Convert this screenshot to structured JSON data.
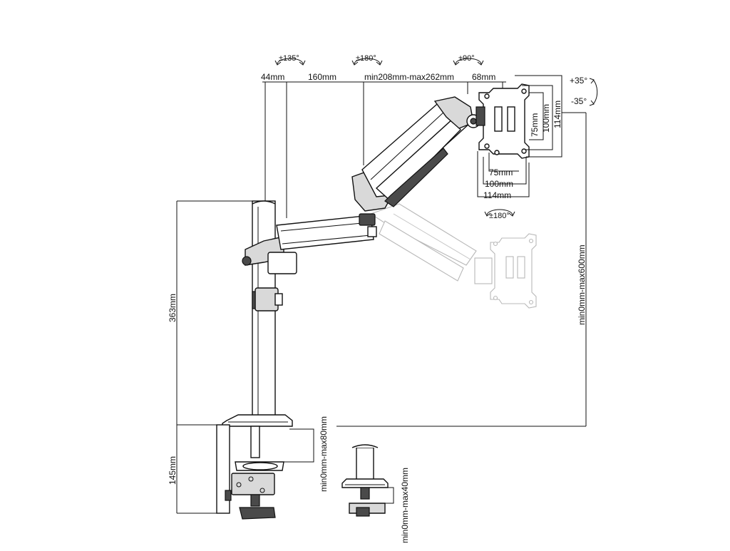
{
  "top_dimensions": {
    "d1": "44mm",
    "d2": "160mm",
    "d3": "min208mm-max262mm",
    "d4": "68mm"
  },
  "rotations": {
    "base_joint": "±135°",
    "arm_joint": "±180°",
    "head_swivel": "±90°",
    "tilt_up": "+35°",
    "tilt_down": "-35°",
    "screen_rotation": "±180°"
  },
  "vesa": {
    "v75": "75mm",
    "v100": "100mm",
    "v114": "114mm",
    "h75": "75mm",
    "h100": "100mm",
    "h114": "114mm"
  },
  "heights": {
    "pole": "363mm",
    "clamp": "145mm",
    "range": "min0mm-max600mm",
    "clamp_desk": "min0mm-max80mm",
    "grommet_desk": "min0mm-max40mm"
  },
  "colors": {
    "line": "#111111",
    "shade": "#d9d9d9",
    "ghost": "#b8b8b8"
  }
}
